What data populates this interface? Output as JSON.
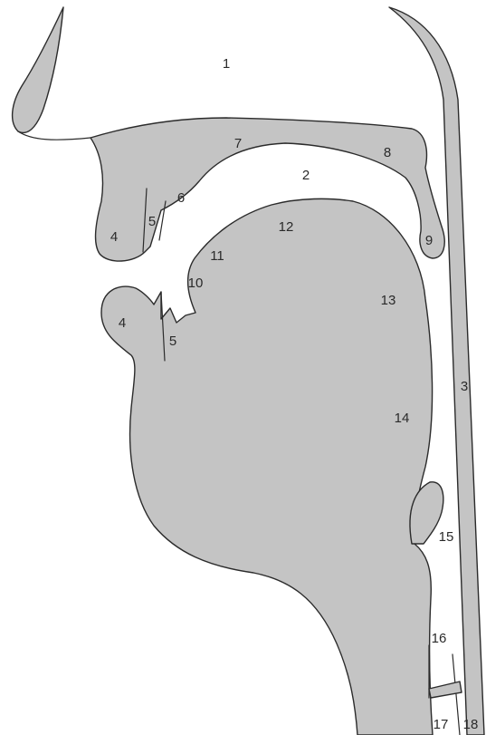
{
  "labels": {
    "l1": "1",
    "l2": "2",
    "l3": "3",
    "l4a": "4",
    "l4b": "4",
    "l5a": "5",
    "l5b": "5",
    "l6": "6",
    "l7": "7",
    "l8": "8",
    "l9": "9",
    "l10": "10",
    "l11": "11",
    "l12": "12",
    "l13": "13",
    "l14": "14",
    "l15": "15",
    "l16": "16",
    "l17": "17",
    "l18": "18"
  },
  "colors": {
    "tissue_fill": "#c4c4c4",
    "outline": "#2b2b2b",
    "background": "#ffffff"
  }
}
